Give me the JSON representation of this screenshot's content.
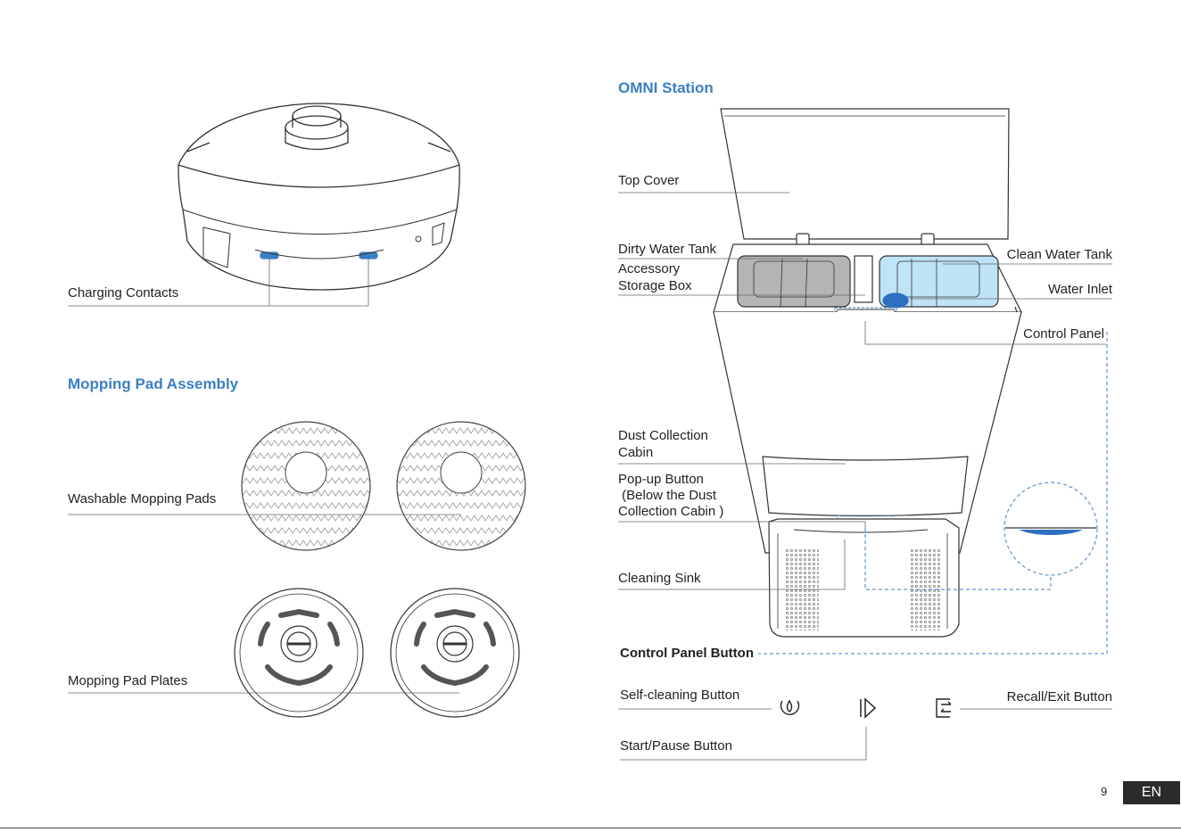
{
  "left": {
    "charging_contacts": "Charging Contacts",
    "mopping_heading": "Mopping Pad Assembly",
    "washable_pads": "Washable Mopping Pads",
    "pad_plates": "Mopping Pad Plates"
  },
  "right": {
    "heading": "OMNI Station",
    "top_cover": "Top Cover",
    "dirty_water_tank": "Dirty Water Tank",
    "accessory_line1": "Accessory",
    "accessory_line2": "Storage Box",
    "clean_water_tank": "Clean Water Tank",
    "water_inlet": "Water Inlet",
    "control_panel": "Control Panel",
    "dust_line1": "Dust Collection",
    "dust_line2": "Cabin",
    "popup_line1": "Pop-up Button",
    "popup_line2": " (Below the Dust",
    "popup_line3": "Collection Cabin )",
    "cleaning_sink": "Cleaning Sink",
    "control_panel_button": "Control Panel Button",
    "self_cleaning_button": "Self-cleaning Button",
    "recall_exit_button": "Recall/Exit Button",
    "start_pause_button": "Start/Pause Button"
  },
  "footer": {
    "page_number": "9",
    "language": "EN"
  },
  "colors": {
    "accent": "#3b7fc4",
    "clean_tank": "#bfe3f7",
    "dirty_tank": "#b5b5b5",
    "inlet": "#2d6fc0"
  },
  "icons": [
    "self-cleaning-icon",
    "start-pause-icon",
    "recall-exit-icon"
  ]
}
